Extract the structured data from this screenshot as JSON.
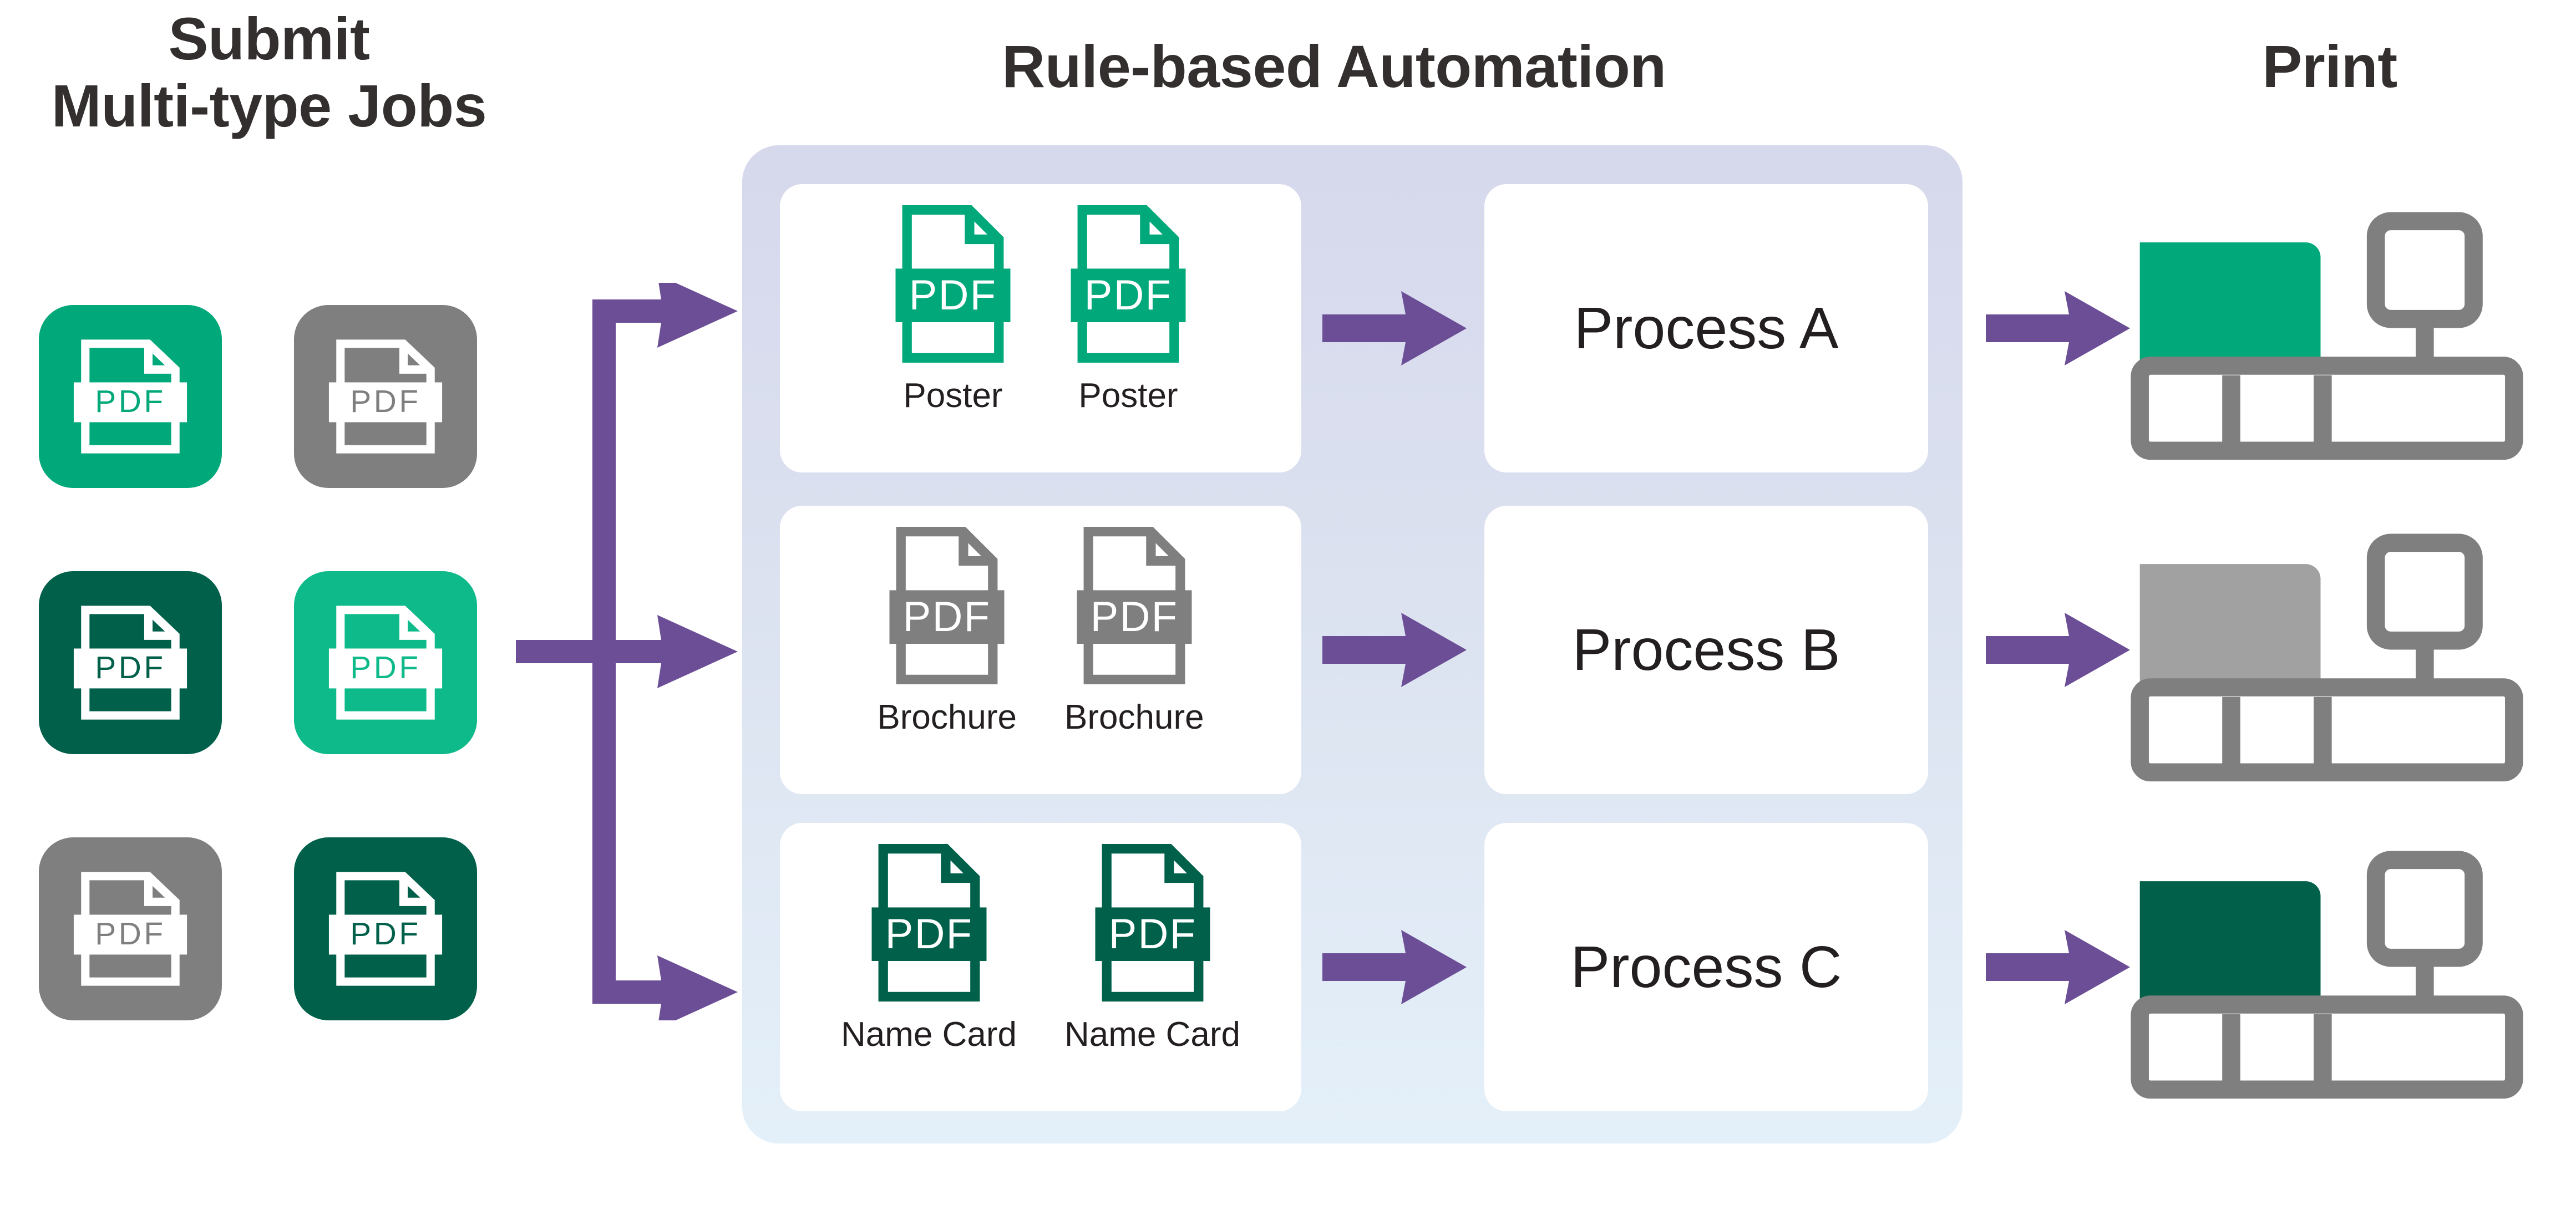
{
  "headings": {
    "submit": "Submit\nMulti-type Jobs",
    "automation": "Rule-based Automation",
    "print": "Print"
  },
  "colors": {
    "teal": "#00A87A",
    "teal_light": "#0FBA8A",
    "gray": "#7F7F7F",
    "gray_light": "#A1A1A1",
    "dark_green": "#00604A",
    "purple": "#6B4E96",
    "panel_top": "#D6D8EC",
    "panel_bottom": "#E4F0F9",
    "text": "#332F2E",
    "white": "#FFFFFF"
  },
  "submit": {
    "label": "PDF",
    "tiles": [
      {
        "name": "pdf-tile-teal-1",
        "color_key": "teal",
        "label": "PDF"
      },
      {
        "name": "pdf-tile-gray-1",
        "color_key": "gray",
        "label": "PDF"
      },
      {
        "name": "pdf-tile-darkgreen-1",
        "color_key": "dark_green",
        "label": "PDF"
      },
      {
        "name": "pdf-tile-teal-2",
        "color_key": "teal_light",
        "label": "PDF"
      },
      {
        "name": "pdf-tile-gray-2",
        "color_key": "gray",
        "label": "PDF"
      },
      {
        "name": "pdf-tile-darkgreen-2",
        "color_key": "dark_green",
        "label": "PDF"
      }
    ]
  },
  "automation": {
    "rows": [
      {
        "id": "row-poster",
        "doc_label": "Poster",
        "doc_badge": "PDF",
        "color_key": "teal",
        "process": "Process A",
        "output_color_key": "teal",
        "docs": [
          "Poster",
          "Poster"
        ]
      },
      {
        "id": "row-brochure",
        "doc_label": "Brochure",
        "doc_badge": "PDF",
        "color_key": "gray",
        "process": "Process B",
        "output_color_key": "gray_light",
        "docs": [
          "Brochure",
          "Brochure"
        ]
      },
      {
        "id": "row-namecard",
        "doc_label": "Name Card",
        "doc_badge": "PDF",
        "color_key": "dark_green",
        "process": "Process C",
        "output_color_key": "dark_green",
        "docs": [
          "Name Card",
          "Name Card"
        ]
      }
    ]
  },
  "icons": {
    "pdf_file": "pdf-file-icon",
    "arrow_right": "arrow-right-icon",
    "branch": "branch-arrow-icon",
    "printer": "printing-press-icon"
  }
}
